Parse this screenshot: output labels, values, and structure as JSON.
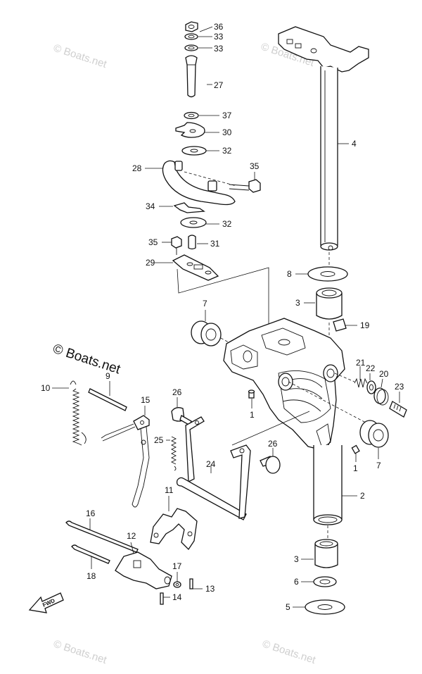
{
  "watermarks": {
    "top_left": "© Boats.net",
    "top_right": "© Boats.net",
    "center": "© Boats.net",
    "bottom_left": "© Boats.net",
    "bottom_right": "© Boats.net"
  },
  "direction_arrow": {
    "label": "FWD"
  },
  "callouts": {
    "c36": "36",
    "c33a": "33",
    "c33b": "33",
    "c27": "27",
    "c37": "37",
    "c30": "30",
    "c32a": "32",
    "c28": "28",
    "c35a": "35",
    "c34": "34",
    "c32b": "32",
    "c35b": "35",
    "c31": "31",
    "c29": "29",
    "c4": "4",
    "c8": "8",
    "c3a": "3",
    "c19": "19",
    "c7a": "7",
    "c10": "10",
    "c9": "9",
    "c15": "15",
    "c26a": "26",
    "c21": "21",
    "c22": "22",
    "c20": "20",
    "c23": "23",
    "c1a": "1",
    "c25": "25",
    "c24": "24",
    "c26b": "26",
    "c7b": "7",
    "c1b": "1",
    "c11": "11",
    "c2": "2",
    "c16": "16",
    "c12": "12",
    "c18": "18",
    "c17": "17",
    "c13": "13",
    "c14": "14",
    "c3b": "3",
    "c6": "6",
    "c5": "5"
  }
}
